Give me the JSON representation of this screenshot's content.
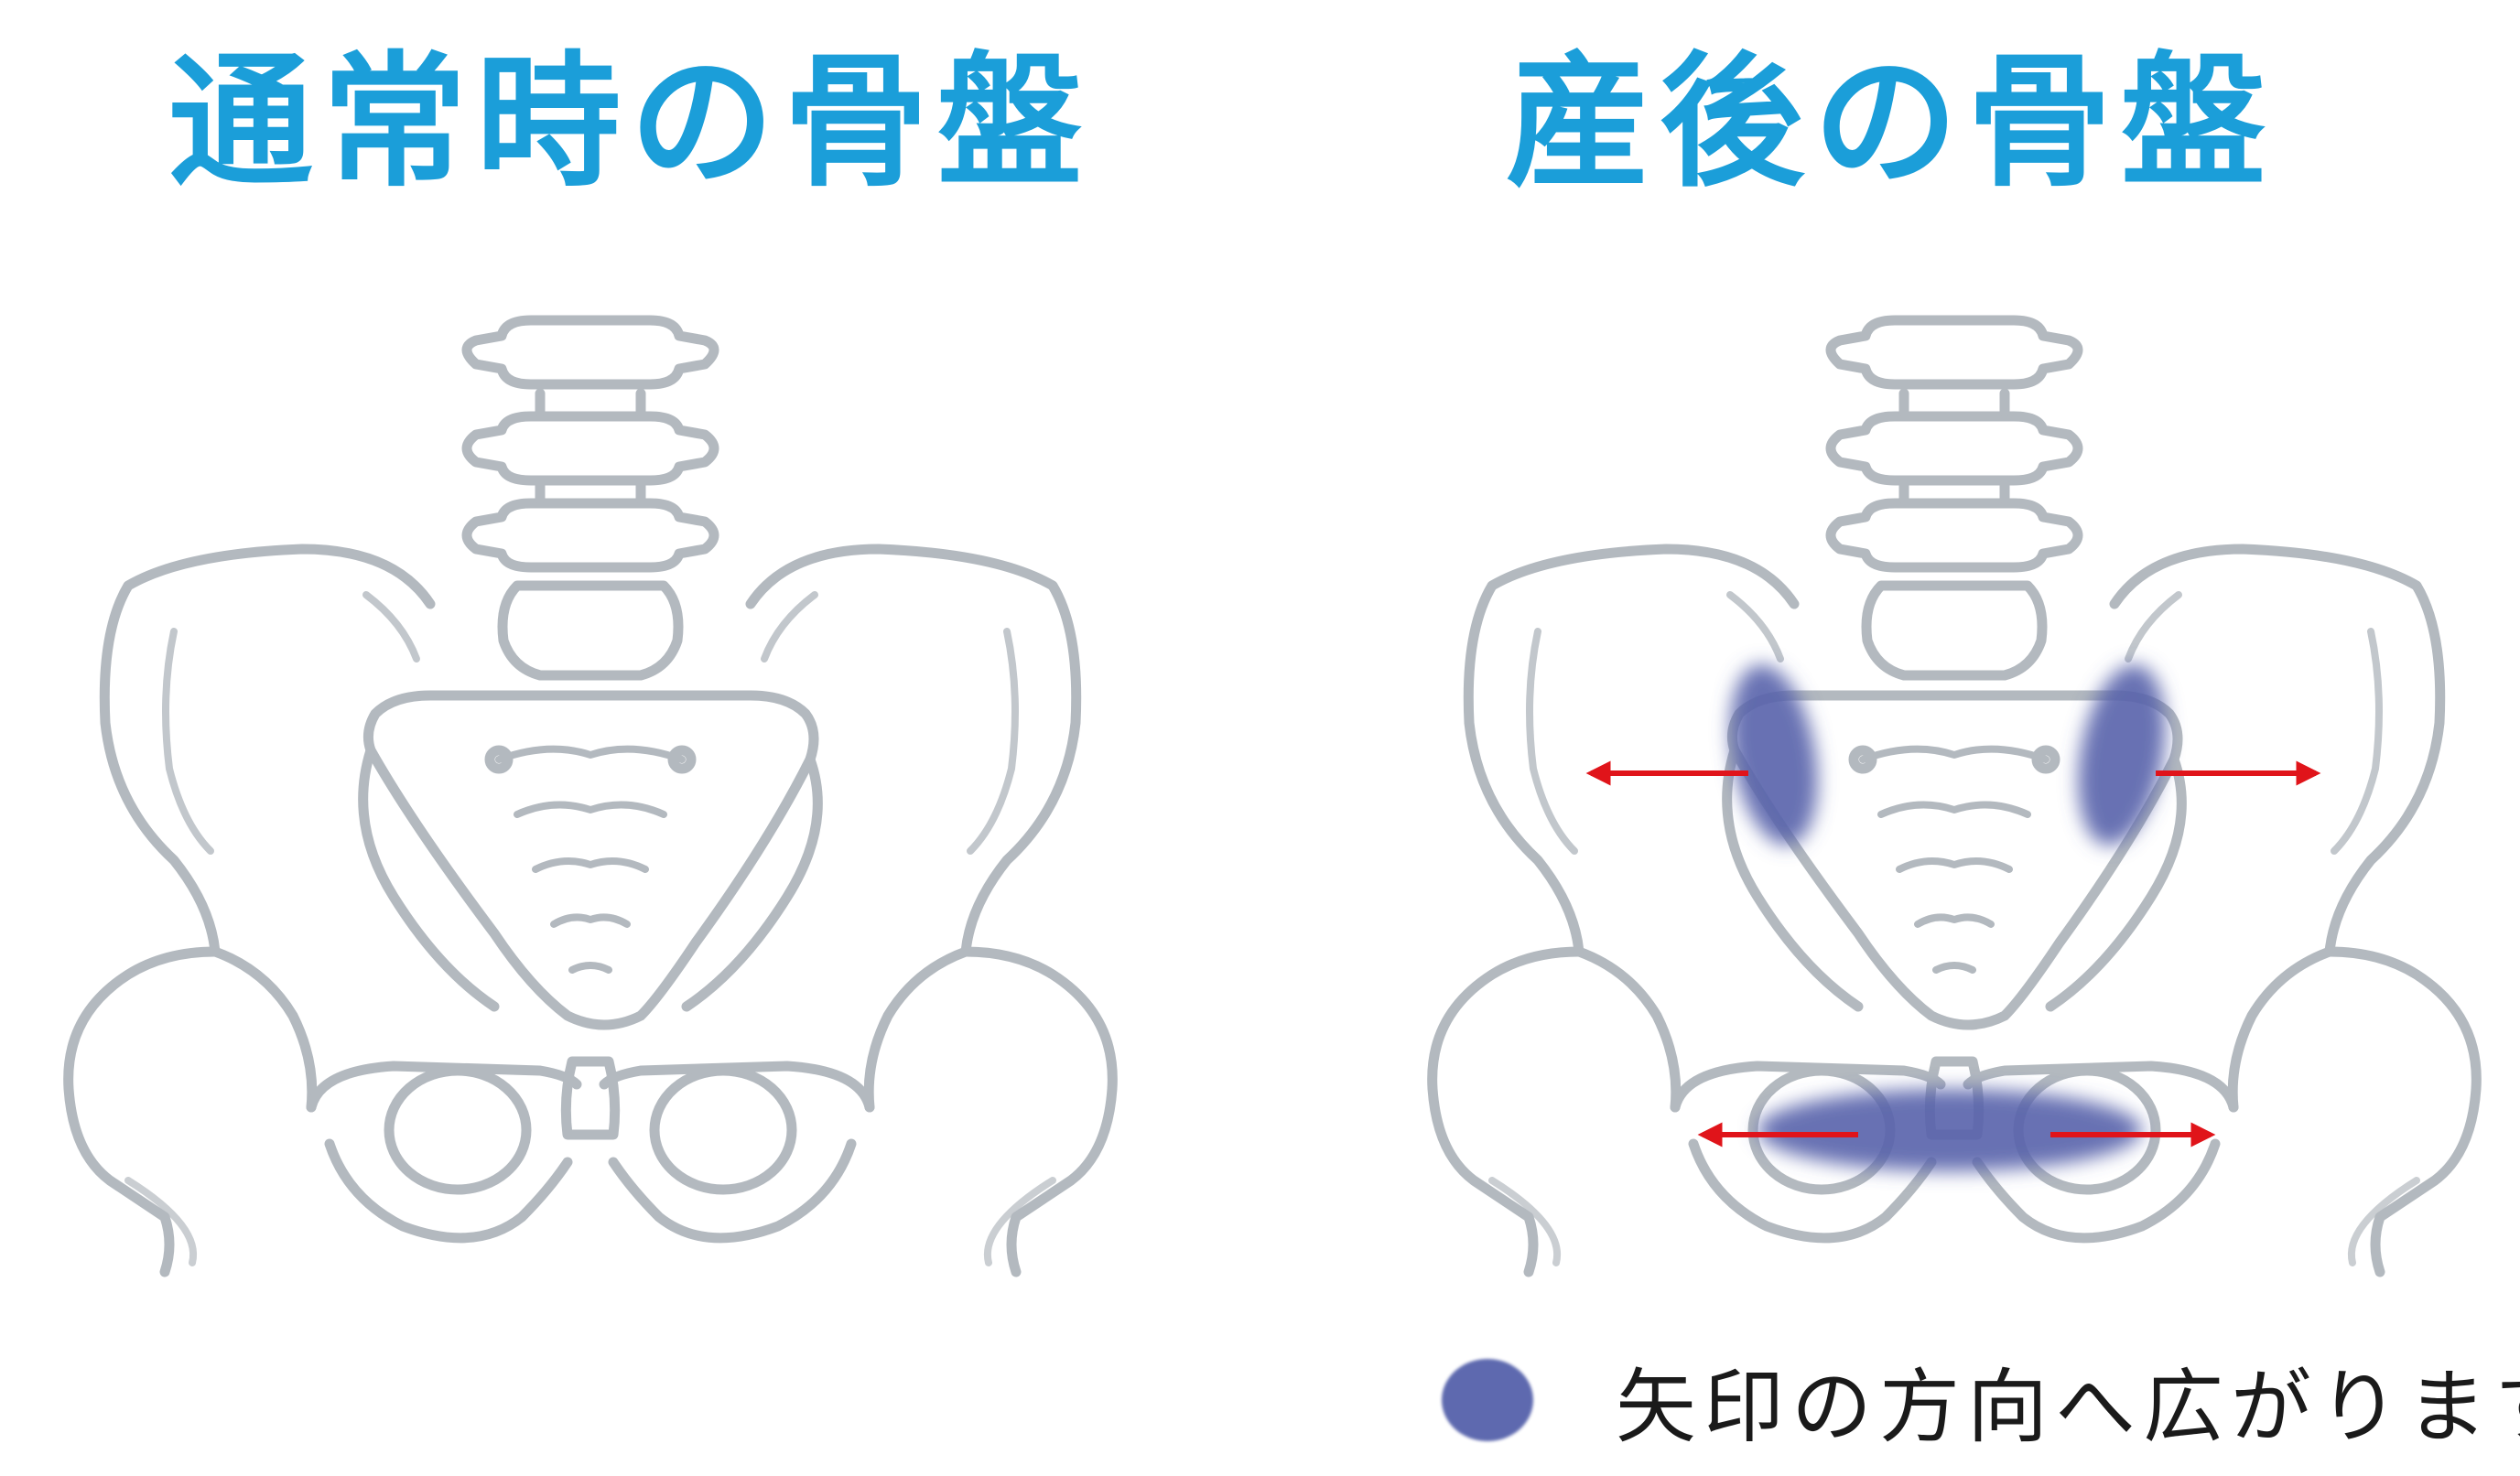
{
  "titles": {
    "normal": "通常時の骨盤",
    "postpartum": "産後の骨盤"
  },
  "legend": {
    "text": "矢印の方向へ広がります",
    "marker_icon": "blue-blob-icon",
    "marker_color": "#5662ab"
  },
  "colors": {
    "title": "#1b9ed9",
    "bone_outline": "#b3b9bf",
    "arrow": "#e0141a",
    "highlight": "#5662ab"
  },
  "icons": [
    "pelvis-illustration",
    "spine-illustration",
    "red-double-arrow-icon",
    "blue-blob-icon"
  ]
}
